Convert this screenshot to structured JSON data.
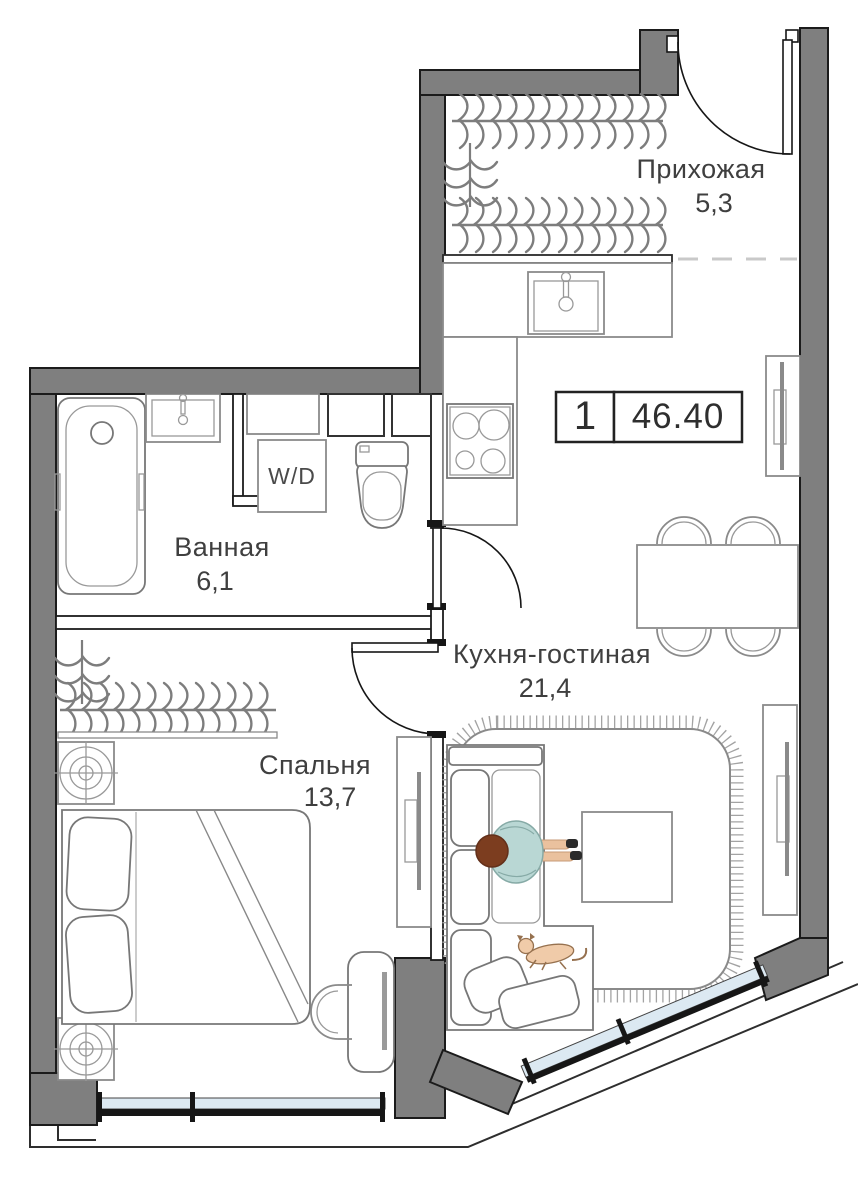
{
  "badge": {
    "rooms": "1",
    "area": "46.40"
  },
  "rooms": {
    "hallway": {
      "name": "Прихожая",
      "area": "5,3"
    },
    "bathroom": {
      "name": "Ванная",
      "area": "6,1"
    },
    "kitchen_living": {
      "name": "Кухня-гостиная",
      "area": "21,4"
    },
    "bedroom": {
      "name": "Спальня",
      "area": "13,7"
    }
  },
  "appliances": {
    "washer_dryer_label": "W/D"
  },
  "colors": {
    "wall_fill": "#7f7f7f",
    "outline": "#1b1b1b",
    "furniture_stroke": "#8a8a8a",
    "window_glass": "#dce9f2",
    "window_frame": "#161616",
    "text": "#3f3f3f",
    "person_top": "#b9d7d4",
    "person_hair": "#7c3d1f",
    "person_skin": "#eac19e",
    "cat_fur": "#f0cba9"
  }
}
